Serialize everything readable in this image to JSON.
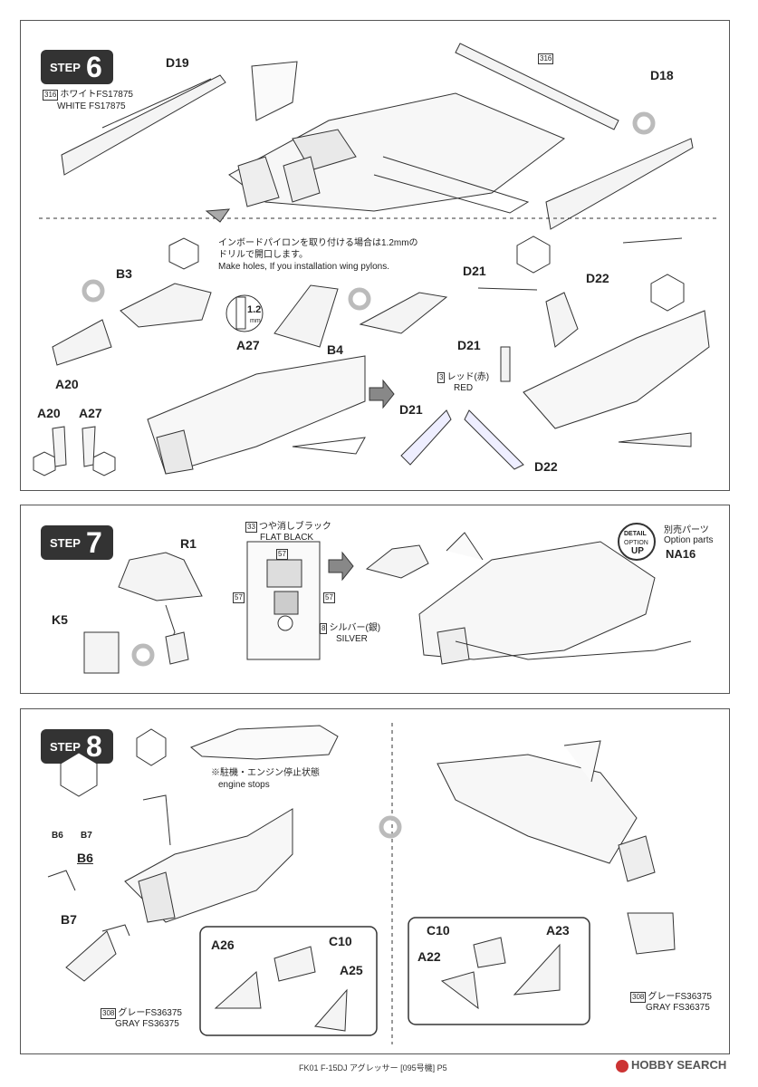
{
  "step6": {
    "badge_word": "STEP",
    "badge_num": "6",
    "parts": {
      "d19": "D19",
      "d18": "D18",
      "b3": "B3",
      "b4": "B4",
      "a27": "A27",
      "a20": "A20",
      "a20b": "A20",
      "a27b": "A27",
      "d21a": "D21",
      "d21b": "D21",
      "d21c": "D21",
      "d22a": "D22",
      "d22b": "D22"
    },
    "paint_white_num": "316",
    "paint_white_jp": "ホワイトFS17875",
    "paint_white_en": "WHITE FS17875",
    "paint_white_num_b": "316",
    "note_jp_1": "インボードパイロンを取り付ける場合は1.2mmの",
    "note_jp_2": "ドリルで開口します。",
    "note_en": "Make holes, If you installation wing pylons.",
    "drill_size": "1.2",
    "drill_unit": "mm",
    "paint_red_num": "3",
    "paint_red_jp": "レッド(赤)",
    "paint_red_en": "RED"
  },
  "step7": {
    "badge_word": "STEP",
    "badge_num": "7",
    "parts": {
      "r1": "R1",
      "k5": "K5"
    },
    "paint_black_num": "33",
    "paint_black_jp": "つや消しブラック",
    "paint_black_en": "FLAT BLACK",
    "paint_silver_num": "8",
    "paint_silver_jp": "シルバー(銀)",
    "paint_silver_en": "SILVER",
    "marker_57": "57",
    "detail_up_1": "DETAIL",
    "detail_up_2": "OPTION",
    "detail_up_3": "UP",
    "option_jp": "別売パーツ",
    "option_en": "Option parts",
    "option_code": "NA16"
  },
  "step8": {
    "badge_word": "STEP",
    "badge_num": "8",
    "parts": {
      "b6": "B6",
      "b7": "B7",
      "b6s": "B6",
      "b7s": "B7",
      "a26": "A26",
      "c10": "C10",
      "a25": "A25",
      "c10b": "C10",
      "a23": "A23",
      "a22": "A22"
    },
    "engine_note_jp": "※駐機・エンジン停止状態",
    "engine_note_en": "engine stops",
    "paint_gray_num": "308",
    "paint_gray_jp": "グレーFS36375",
    "paint_gray_en": "GRAY FS36375",
    "paint_gray_num_b": "308",
    "paint_gray_jp_b": "グレーFS36375",
    "paint_gray_en_b": "GRAY FS36375"
  },
  "footer": "FK01 F-15DJ アグレッサー [095号機] P5",
  "watermark": "HOBBY SEARCH"
}
